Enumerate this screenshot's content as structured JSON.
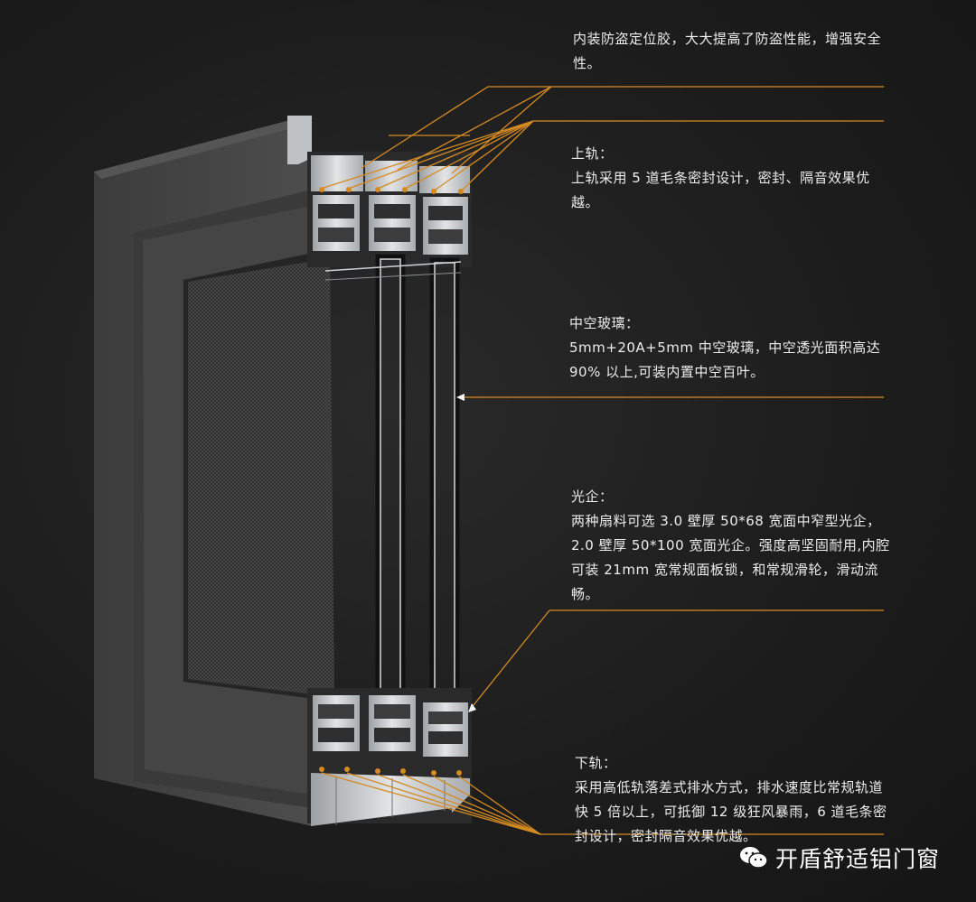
{
  "callouts": {
    "anti_theft": {
      "body": "内装防盗定位胶，大大提高了防盗性能，增强安全性。"
    },
    "top_rail": {
      "title": "上轨：",
      "body": "上轨采用 5 道毛条密封设计，密封、隔音效果优越。"
    },
    "glass": {
      "title": "中空玻璃：",
      "body": "5mm+20A+5mm 中空玻璃，中空透光面积高达 90% 以上,可装内置中空百叶。"
    },
    "sash": {
      "title": "光企：",
      "body": "两种扇料可选 3.0 壁厚 50*68 宽面中窄型光企，2.0 壁厚 50*100 宽面光企。强度高坚固耐用,内腔可装 21mm 宽常规面板锁，和常规滑轮，滑动流畅。"
    },
    "bottom_rail": {
      "title": "下轨：",
      "body": "采用高低轨落差式排水方式，排水速度比常规轨道快 5 倍以上，可抵御 12 级狂风暴雨，6 道毛条密封设计，密封隔音效果优越。"
    }
  },
  "watermark": {
    "icon": "wechat-icon",
    "text": "开盾舒适铝门窗"
  },
  "colors": {
    "background": "#1b1b1b",
    "accent_line": "#d68a22",
    "aluminum": "#c9cbcd",
    "frame": "#4a4a4a"
  }
}
